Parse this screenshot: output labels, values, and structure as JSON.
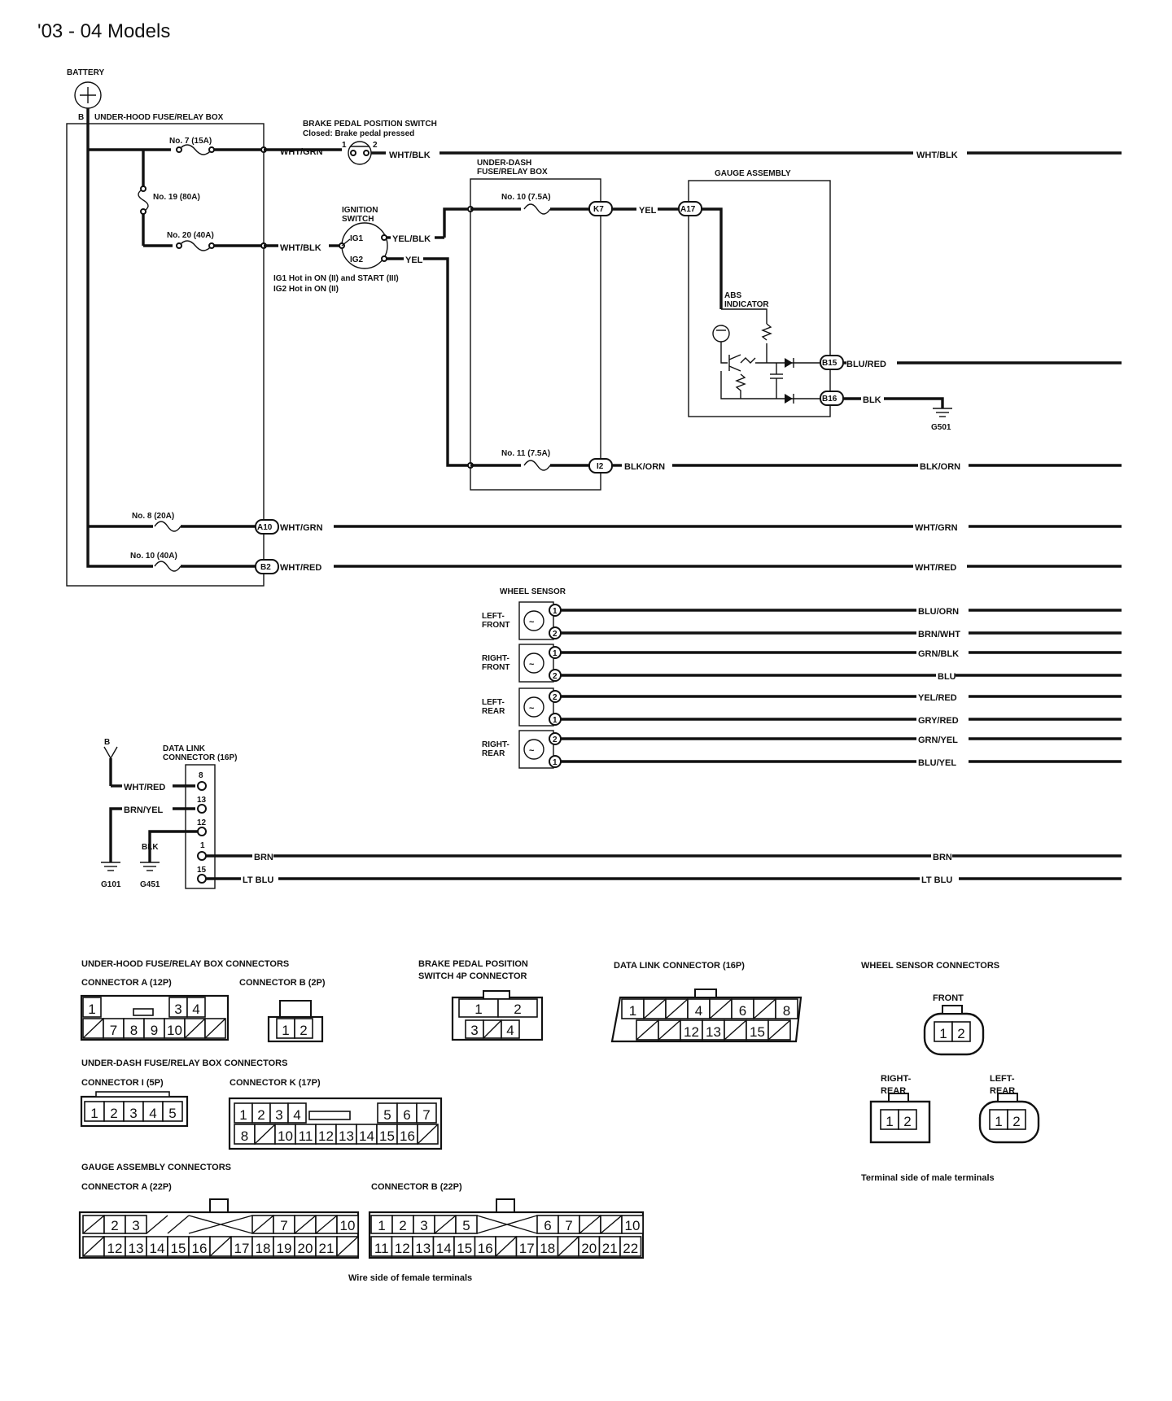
{
  "title": "'03 - 04 Models",
  "battery": {
    "label": "BATTERY",
    "terminal": "B"
  },
  "underhood_box": {
    "label": "UNDER-HOOD FUSE/RELAY BOX"
  },
  "fuses": {
    "no7": "No. 7 (15A)",
    "no19": "No. 19 (80A)",
    "no20": "No. 20 (40A)",
    "no8": "No. 8 (20A)",
    "no10_40": "No. 10 (40A)",
    "no10_75": "No. 10 (7.5A)",
    "no11": "No. 11 (7.5A)"
  },
  "brake_switch": {
    "label": "BRAKE PEDAL POSITION SWITCH",
    "note": "Closed: Brake pedal pressed",
    "pin1": "1",
    "pin2": "2"
  },
  "ignition": {
    "label1": "IGNITION",
    "label2": "SWITCH",
    "ig1": "IG1",
    "ig2": "IG2",
    "note1": "IG1 Hot in ON (II) and START (III)",
    "note2": "IG2 Hot in ON (II)"
  },
  "underdash_box": {
    "label1": "UNDER-DASH",
    "label2": "FUSE/RELAY BOX"
  },
  "gauge": {
    "label": "GAUGE ASSEMBLY",
    "abs1": "ABS",
    "abs2": "INDICATOR"
  },
  "terminals": {
    "k7": "K7",
    "a17": "A17",
    "b15": "B15",
    "b16": "B16",
    "i2": "I2",
    "a10": "A10",
    "b2": "B2"
  },
  "wires": {
    "wht_grn": "WHT/GRN",
    "wht_blk": "WHT/BLK",
    "yel_blk": "YEL/BLK",
    "yel": "YEL",
    "blu_red": "BLU/RED",
    "blk": "BLK",
    "blk_orn": "BLK/ORN",
    "wht_red": "WHT/RED",
    "blu_orn": "BLU/ORN",
    "brn_wht": "BRN/WHT",
    "grn_blk": "GRN/BLK",
    "blu": "BLU",
    "yel_red": "YEL/RED",
    "gry_red": "GRY/RED",
    "grn_yel": "GRN/YEL",
    "blu_yel": "BLU/YEL",
    "brn": "BRN",
    "lt_blu": "LT BLU",
    "brn_yel": "BRN/YEL"
  },
  "grounds": {
    "g501": "G501",
    "g101": "G101",
    "g451": "G451"
  },
  "wheel_sensor": {
    "label": "WHEEL SENSOR",
    "lf1": "LEFT-",
    "lf2": "FRONT",
    "rf1": "RIGHT-",
    "rf2": "FRONT",
    "lr1": "LEFT-",
    "lr2": "REAR",
    "rr1": "RIGHT-",
    "rr2": "REAR"
  },
  "dlc": {
    "label1": "DATA LINK",
    "label2": "CONNECTOR (16P)",
    "b": "B",
    "pins": [
      "8",
      "13",
      "12",
      "1",
      "15"
    ]
  },
  "connectors": {
    "underhood_title": "UNDER-HOOD FUSE/RELAY BOX CONNECTORS",
    "conn_a12": "CONNECTOR A (12P)",
    "conn_b2": "CONNECTOR B (2P)",
    "brake_title1": "BRAKE PEDAL POSITION",
    "brake_title2": "SWITCH 4P CONNECTOR",
    "dlc_title": "DATA LINK CONNECTOR (16P)",
    "wheel_title": "WHEEL SENSOR CONNECTORS",
    "front": "FRONT",
    "right_rear1": "RIGHT-",
    "right_rear2": "REAR",
    "left_rear1": "LEFT-",
    "left_rear2": "REAR",
    "male_note": "Terminal side of male terminals",
    "underdash_title": "UNDER-DASH FUSE/RELAY BOX CONNECTORS",
    "conn_i5": "CONNECTOR I (5P)",
    "conn_k17": "CONNECTOR K (17P)",
    "gauge_title": "GAUGE ASSEMBLY CONNECTORS",
    "conn_ga22": "CONNECTOR A (22P)",
    "conn_gb22": "CONNECTOR B (22P)",
    "female_note": "Wire side of female terminals",
    "uha_top": [
      "1",
      "",
      "",
      "3",
      "4",
      ""
    ],
    "uha_bot": [
      "",
      "7",
      "8",
      "9",
      "10",
      "",
      ""
    ],
    "uhb": [
      "1",
      "2"
    ],
    "brk_top": [
      "1",
      "2"
    ],
    "brk_bot": [
      "3",
      "",
      "4"
    ],
    "dlc_top": [
      "1",
      "",
      "",
      "4",
      "",
      "6",
      "",
      "8"
    ],
    "dlc_bot": [
      "",
      "",
      "12",
      "13",
      "",
      "15",
      ""
    ],
    "ws": [
      "1",
      "2"
    ],
    "udi": [
      "1",
      "2",
      "3",
      "4",
      "5"
    ],
    "udk_top": [
      "1",
      "2",
      "3",
      "4",
      "5",
      "6",
      "7"
    ],
    "udk_bot": [
      "8",
      "",
      "10",
      "11",
      "12",
      "13",
      "14",
      "15",
      "16",
      ""
    ],
    "ga_top": [
      "",
      "2",
      "3",
      "",
      "",
      "",
      "",
      "7",
      "",
      "",
      "10"
    ],
    "ga_bot": [
      "",
      "12",
      "13",
      "14",
      "15",
      "16",
      "",
      "17",
      "18",
      "19",
      "20",
      "21",
      ""
    ],
    "gb_top": [
      "1",
      "2",
      "3",
      "",
      "5",
      "",
      "6",
      "7",
      "",
      "",
      "10"
    ],
    "gb_bot": [
      "11",
      "12",
      "13",
      "14",
      "15",
      "16",
      "",
      "17",
      "18",
      "",
      "20",
      "21",
      "22"
    ]
  }
}
